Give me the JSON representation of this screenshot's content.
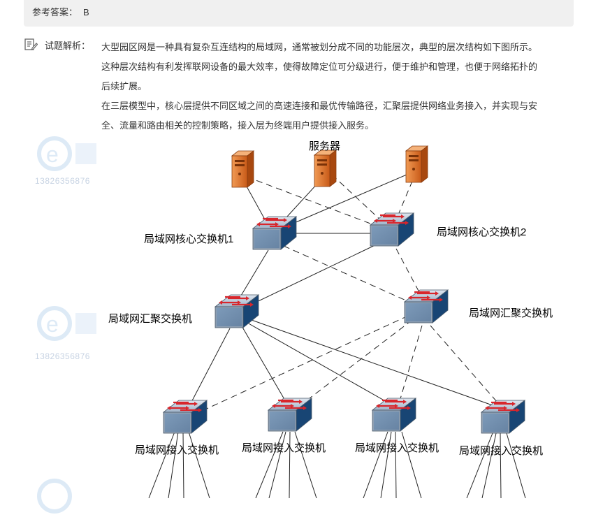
{
  "answer": {
    "label": "参考答案：",
    "value": "B"
  },
  "explanation": {
    "icon": "edit-note-icon",
    "label": "试题解析：",
    "paragraph1": [
      "大型园区网是一种具有复杂互连结构的局域网，通常被划分成不同的功能层次，典型的层次结构如下图所示。",
      "这种层次结构有利发挥联网设备的最大效率，使得故障定位可分级进行，便于维护和管理，也便于网络拓扑的",
      "后续扩展。"
    ],
    "paragraph2": [
      "在三层模型中，核心层提供不同区域之间的高速连接和最优传输路径，汇聚层提供网络业务接入，并实现与安",
      "全、流量和路由相关的控制策略，接入层为终端用户提供接入服务。"
    ]
  },
  "watermark": {
    "phone": "13826356876"
  },
  "diagram": {
    "servers_label": "服务器",
    "core1_label": "局域网核心交换机1",
    "core2_label": "局域网核心交换机2",
    "agg1_label": "局域网汇聚交换机",
    "agg2_label": "局域网汇聚交换机",
    "access1_label": "局域网接入交换机",
    "access2_label": "局域网接入交换机",
    "access3_label": "局域网接入交换机",
    "access4_label": "局域网接入交换机",
    "server_color": "#e8772e",
    "switch_color": "#2f6fa8"
  }
}
